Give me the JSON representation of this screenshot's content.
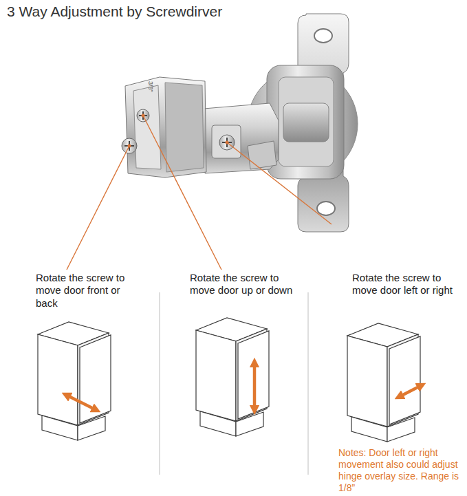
{
  "diagram": {
    "title": "3 Way Adjustment by Screwdirver",
    "labels": [
      "3/8\"",
      "Rotate the screw to move door front or back",
      "Rotate the screw to move door up or down",
      "Rotate the screw to move door left or right",
      "Notes: Door left or right movement also could adjust hinge overlay size. Range is 1/8”"
    ]
  }
}
